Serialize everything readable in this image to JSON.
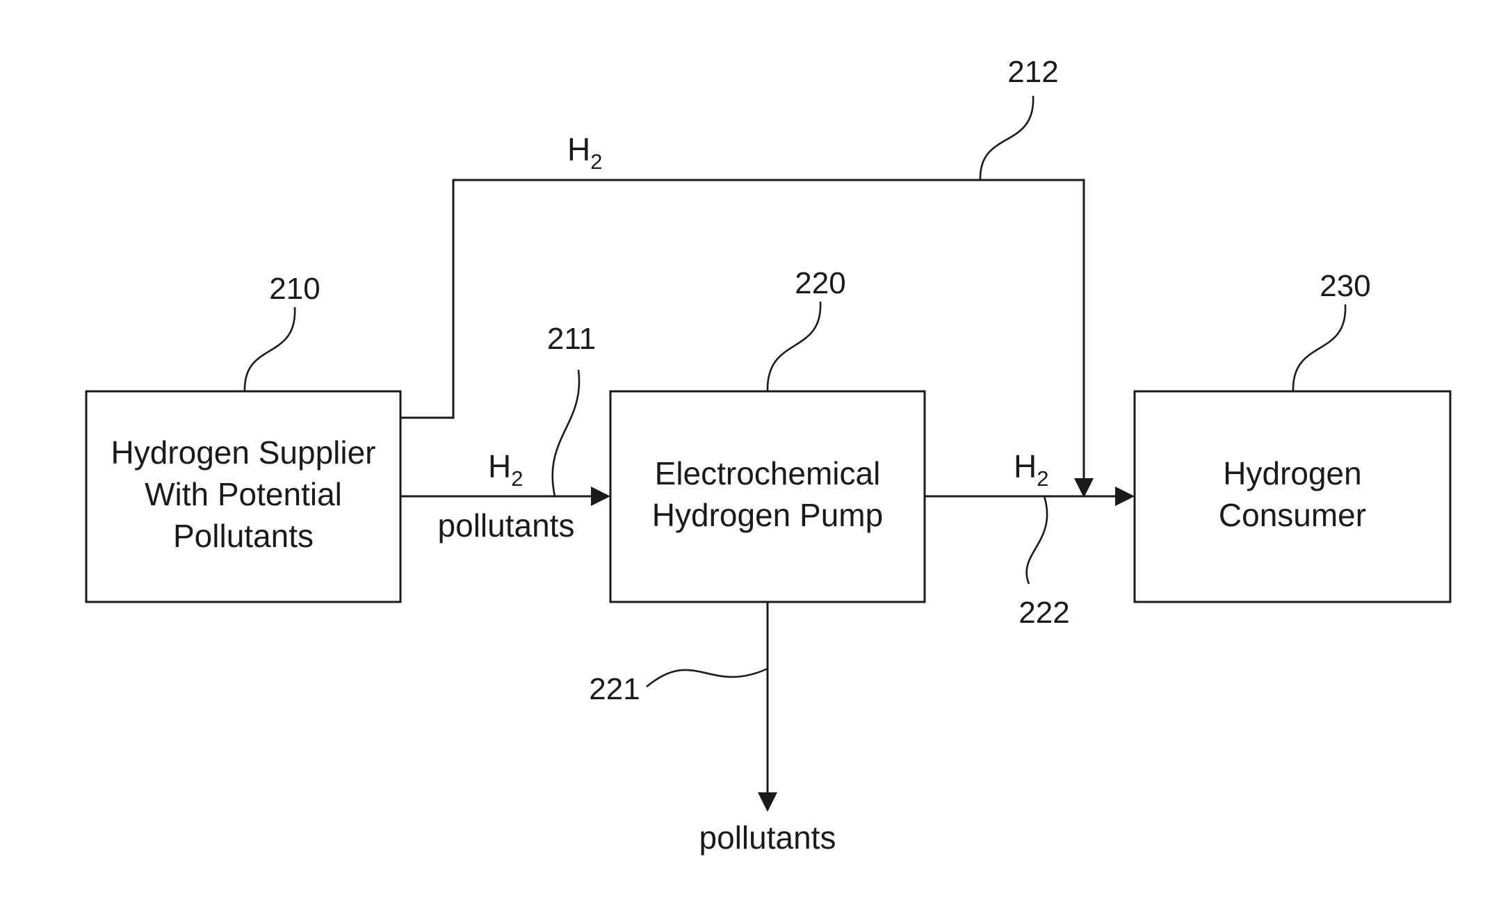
{
  "blocks": {
    "supplier": {
      "ref": "210",
      "lines": [
        "Hydrogen Supplier",
        "With Potential",
        "Pollutants"
      ]
    },
    "pump": {
      "ref": "220",
      "lines": [
        "Electrochemical",
        "Hydrogen Pump"
      ]
    },
    "consumer": {
      "ref": "230",
      "lines": [
        "Hydrogen",
        "Consumer"
      ]
    }
  },
  "streams": {
    "feed": {
      "ref": "211",
      "species_main": "H",
      "species_sub": "2",
      "secondary": "pollutants"
    },
    "bypass": {
      "ref": "212",
      "species_main": "H",
      "species_sub": "2"
    },
    "product": {
      "ref": "222",
      "species_main": "H",
      "species_sub": "2"
    },
    "exhaust": {
      "ref": "221",
      "label": "pollutants"
    }
  },
  "colors": {
    "stroke": "#1a1a1a",
    "background": "#ffffff"
  }
}
